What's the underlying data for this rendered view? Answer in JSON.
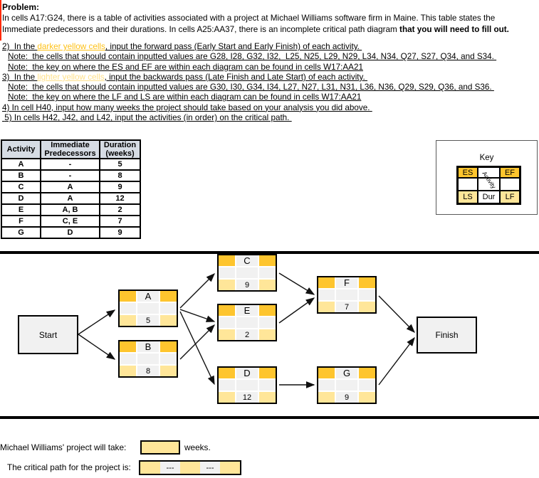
{
  "problem": {
    "heading": "Problem:",
    "body_pre": "In cells A17:G24, there is a table of activities associated with a project at Michael Williams software firm in Maine. This table states the Immediate predecessors and their durations. In cells A25:AA37, there is an incomplete critical path diagram ",
    "body_bold": "that you will need to fill out."
  },
  "instructions": {
    "line1": {
      "pre": "2)  In the ",
      "link": "darker yellow cells",
      "post": ", input the forward pass (Early Start and Early Finish) of each activity. "
    },
    "note1a": "Note:  the cells that should contain inputted values are G28, I28, G32, I32,  L25, N25, L29, N29, L34, N34, Q27, S27, Q34, and S34. ",
    "note1b": "Note:  the key on where the ES and EF are within each diagram can be found in cells W17:AA21",
    "line2": {
      "pre": "3)  In the ",
      "link": "lighter yellow cells",
      "post": ", input the backwards pass (Late Finish and Late Start) of each activity. "
    },
    "note2a": "Note:  the cells that should contain inputted values are G30, I30, G34, I34, L27, N27, L31, N31, L36, N36, Q29, S29, Q36, and S36. ",
    "note2b": "Note:  the key on where the LF and LS are within each diagram can be found in cells W17:AA21",
    "line3": "4) In cell H40, input how many weeks the project should take based on your analysis you did above. ",
    "line4": " 5) In cells H42, J42, and L42, input the activities (in order) on the critical path. "
  },
  "table": {
    "headers": {
      "activity": "Activity",
      "predecessors_1": "Immediate",
      "predecessors_2": "Predecessors",
      "duration_1": "Duration",
      "duration_2": "(weeks)"
    },
    "rows": [
      [
        "A",
        "-",
        "5"
      ],
      [
        "B",
        "-",
        "8"
      ],
      [
        "C",
        "A",
        "9"
      ],
      [
        "D",
        "A",
        "12"
      ],
      [
        "E",
        "A, B",
        "2"
      ],
      [
        "F",
        "C, E",
        "7"
      ],
      [
        "G",
        "D",
        "9"
      ]
    ]
  },
  "key": {
    "title": "Key",
    "es": "ES",
    "ef": "EF",
    "ls": "LS",
    "dur": "Dur",
    "lf": "LF",
    "diagonal": "Activity"
  },
  "diagram": {
    "start_label": "Start",
    "finish_label": "Finish",
    "nodes": {
      "A": {
        "label": "A",
        "duration": "5"
      },
      "B": {
        "label": "B",
        "duration": "8"
      },
      "C": {
        "label": "C",
        "duration": "9"
      },
      "D": {
        "label": "D",
        "duration": "12"
      },
      "E": {
        "label": "E",
        "duration": "2"
      },
      "F": {
        "label": "F",
        "duration": "7"
      },
      "G": {
        "label": "G",
        "duration": "9"
      }
    }
  },
  "footer": {
    "take_label": "Michael Williams' project will take:",
    "weeks_value": "",
    "weeks_label": "weeks.",
    "critical_label": "The critical path for the project is:",
    "path_cells": [
      "",
      "---",
      "",
      "---",
      ""
    ]
  },
  "colors": {
    "darker_yellow": "#fec52e",
    "lighter_yellow": "#ffe699",
    "gray_cell": "#f1f1f1",
    "header_blue_gray": "#d6dce4",
    "red_edge": "#ff2a00"
  }
}
